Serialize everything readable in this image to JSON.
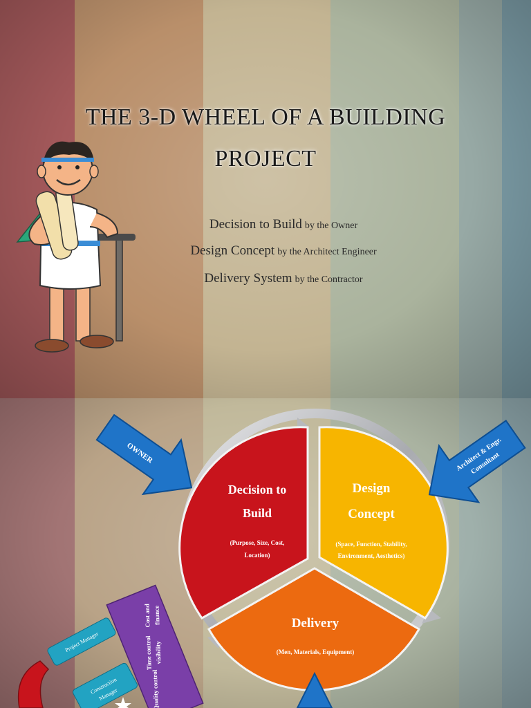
{
  "slide1": {
    "title_line1": "THE 3-D WHEEL OF A BUILDING",
    "title_line2": "PROJECT",
    "items": [
      {
        "main": "Decision to Build",
        "by": "by the Owner"
      },
      {
        "main": "Design Concept",
        "by": "by the Architect Engineer"
      },
      {
        "main": "Delivery System",
        "by": "by the Contractor"
      }
    ],
    "stripe_colors": [
      "#a4595b",
      "#b98f6a",
      "#c3b492",
      "#aab39d",
      "#97a9a5",
      "#7a9aa4"
    ]
  },
  "slide2": {
    "arrows": {
      "owner": "OWNER",
      "architect_line1": "Architect & Engr.",
      "architect_line2": "Consultant"
    },
    "segments": {
      "decision": {
        "title_line1": "Decision to",
        "title_line2": "Build",
        "sub_line1": "(Purpose, Size, Cost,",
        "sub_line2": "Location)",
        "color": "#c8141c"
      },
      "design": {
        "title_line1": "Design",
        "title_line2": "Concept",
        "sub_line1": "(Space, Function, Stability,",
        "sub_line2": "Environment, Aesthetics)",
        "color": "#f7b500"
      },
      "delivery": {
        "title": "Delivery",
        "sub": "(Men, Materials, Equipment)",
        "color": "#ec6a10"
      }
    },
    "badges": {
      "project_manager": "Project Manager",
      "construction_line1": "Construction",
      "construction_line2": "Manager"
    },
    "purple_box": [
      "Cost and",
      "finance",
      "Time control",
      "visibility",
      "Quality control"
    ],
    "stripe_colors": [
      "#a27474",
      "#b9a387",
      "#c1b99b",
      "#aab3a1",
      "#9fb0ab",
      "#8ea6ab"
    ]
  }
}
